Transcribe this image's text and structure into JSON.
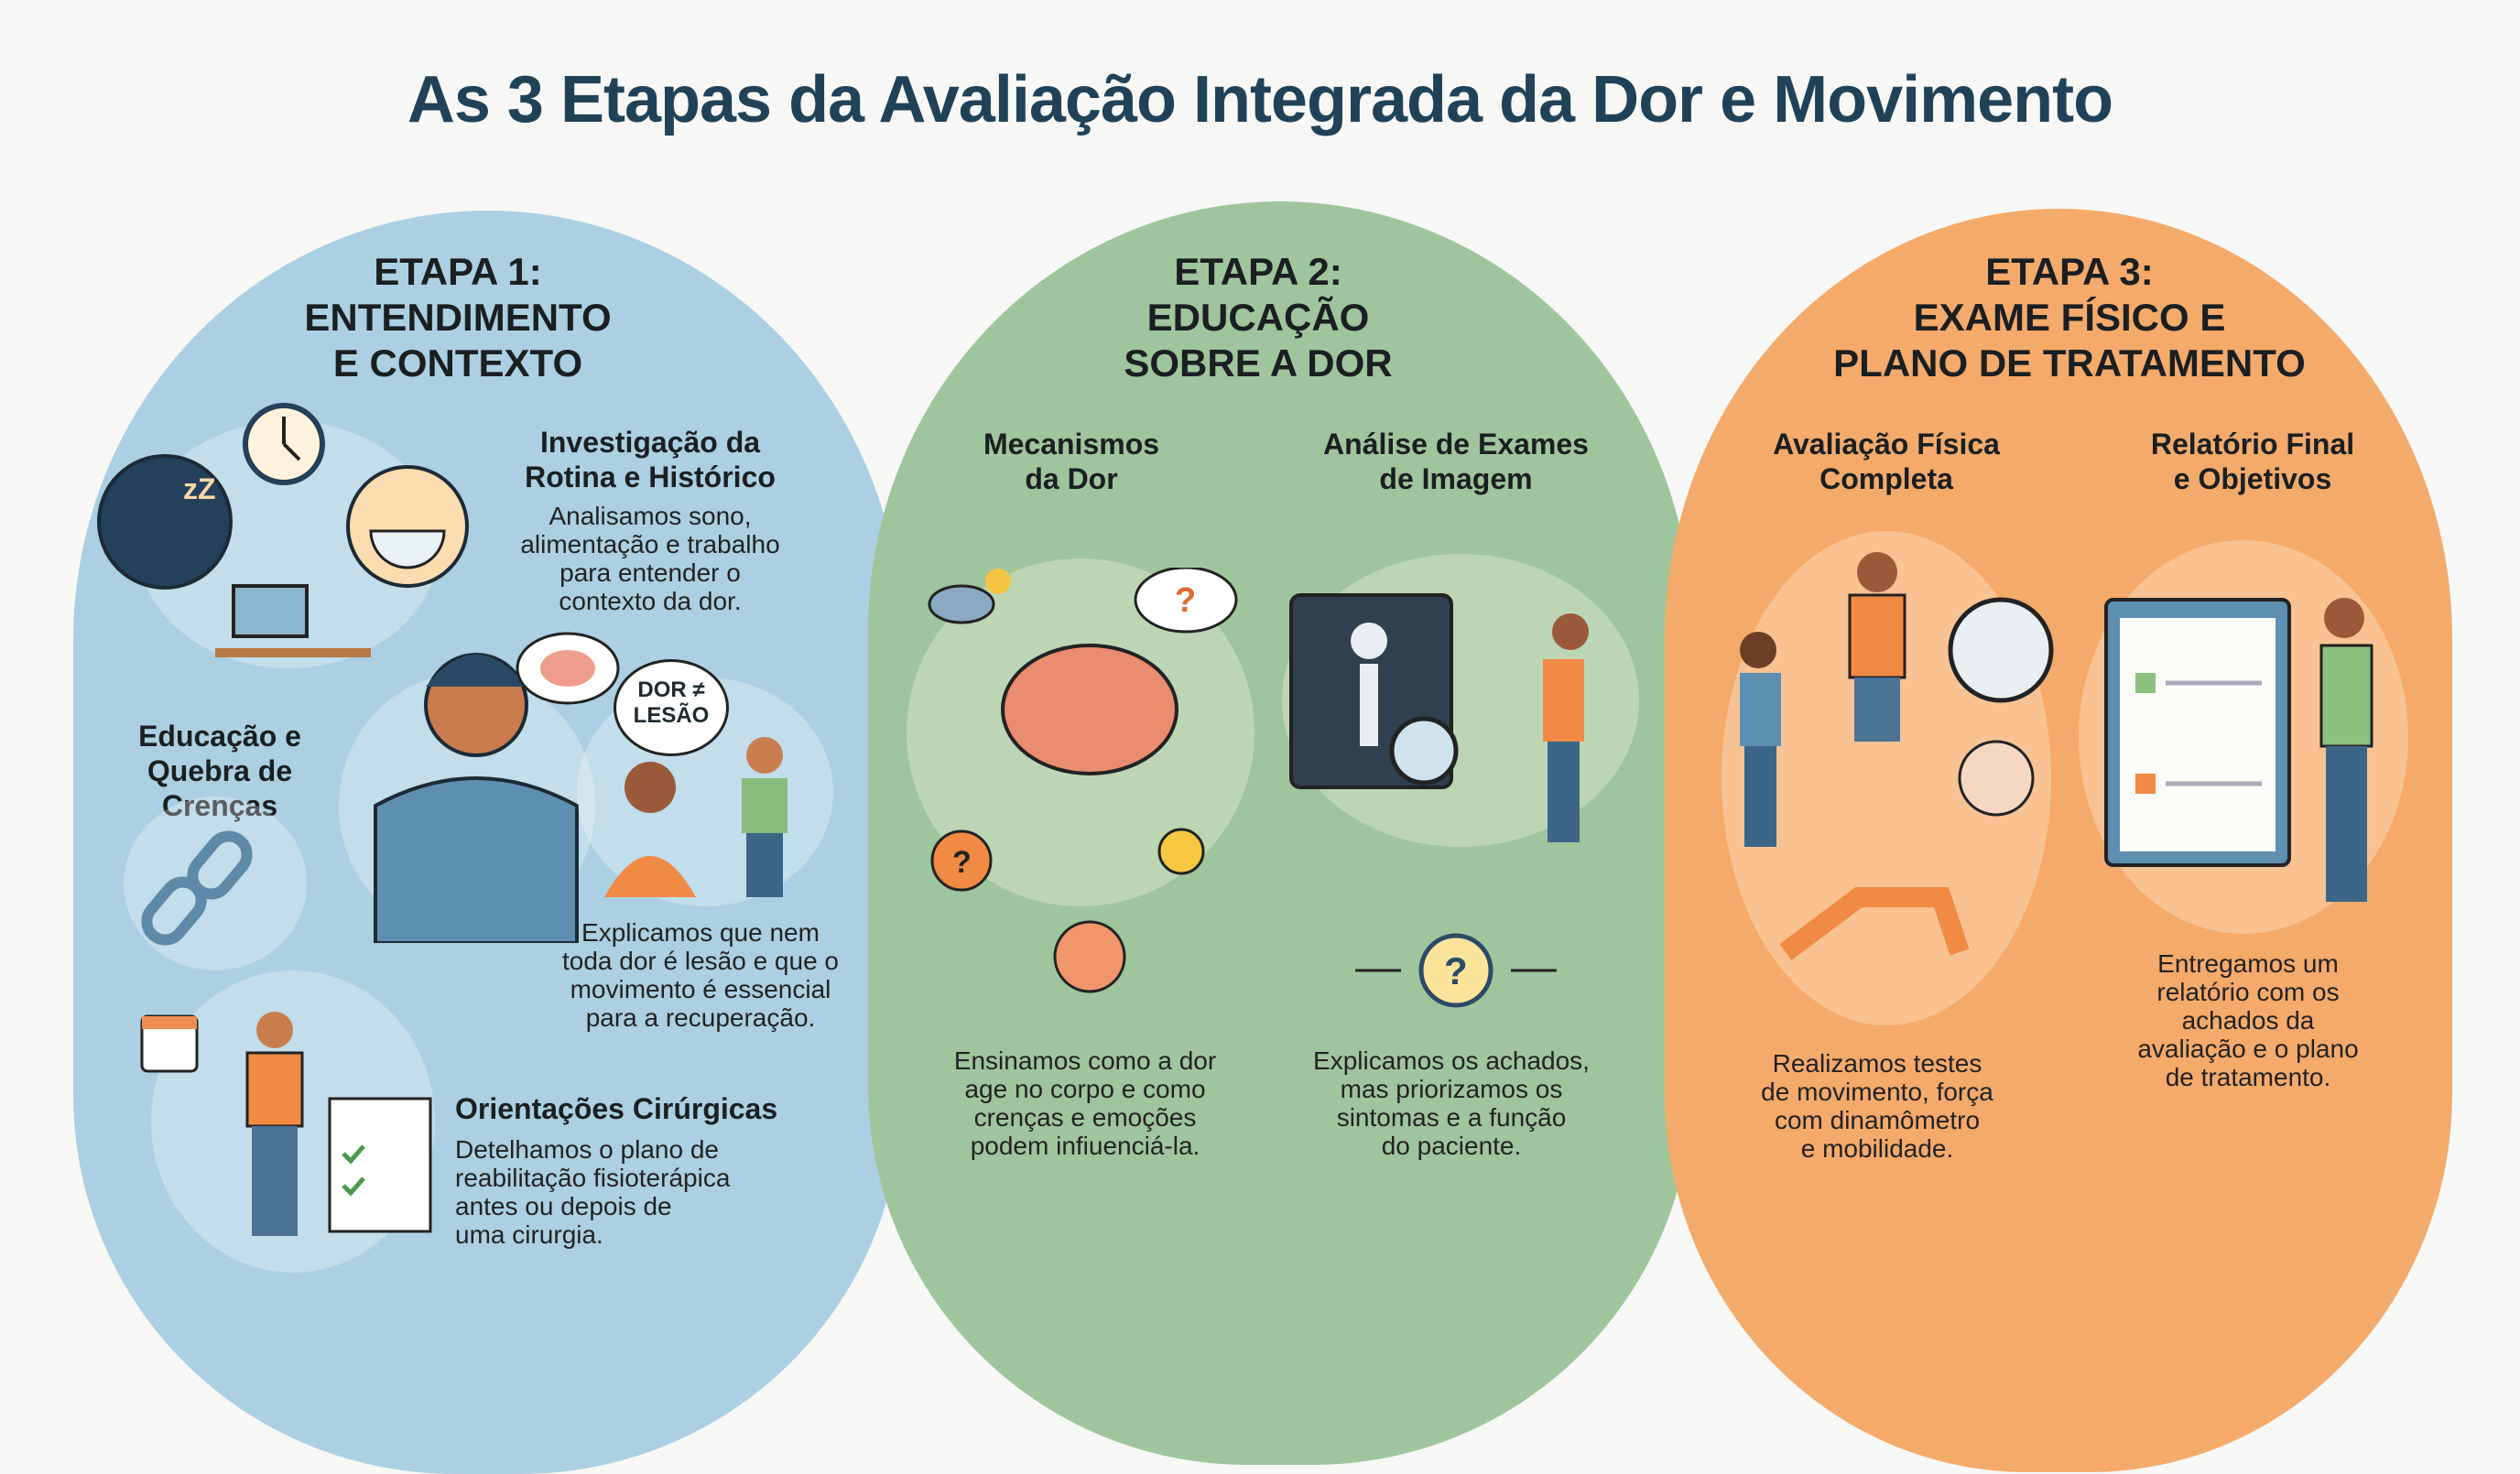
{
  "title": "As 3 Etapas da Avaliação Integrada da Dor e Movimento",
  "stages": [
    {
      "heading": "ETAPA 1:\nENTENDIMENTO\nE CONTEXTO",
      "items": [
        {
          "title": "Investigação da\nRotina e Histórico",
          "text": "Analisamos sono,\nalimentação e trabalho\npara entender o\ncontexto da dor."
        },
        {
          "title": "Educação e\nQuebra de\nCrenças",
          "text": "Explicamos que nem\ntoda dor é lesão e que o\nmovimento é essencial\npara a recuperação."
        },
        {
          "title": "Orientações Cirúrgicas",
          "text": "Detelhamos o plano de\nreabilitação fisioterápica\nantes ou depois de\numa cirurgia."
        }
      ],
      "speech": "DOR ≠\nLESÃO",
      "color": "#abd0e3"
    },
    {
      "heading": "ETAPA 2:\nEDUCAÇÃO\nSOBRE A DOR",
      "items": [
        {
          "title": "Mecanismos\nda Dor",
          "text": "Ensinamos como a dor\nage no corpo e como\ncrenças e emoções\npodem infiuenciá-la."
        },
        {
          "title": "Análise de Exames\nde Imagem",
          "text": "Explicamos os achados,\nmas priorizamos os\nsintomas e a função\ndo paciente."
        }
      ],
      "color": "#9fc59c"
    },
    {
      "heading": "ETAPA 3:\nEXAME FÍSICO E\nPLANO DE TRATAMENTO",
      "items": [
        {
          "title": "Avaliação Física\nCompleta",
          "text": "Realizamos testes\nde movimento, força\ncom dinamômetro\ne mobilidade."
        },
        {
          "title": "Relatório Final\ne Objetivos",
          "text": "Entregamos um\nrelatório com os\nachados da\navaliação e o plano\nde tratamento."
        }
      ],
      "color": "#f4aa6b"
    }
  ]
}
